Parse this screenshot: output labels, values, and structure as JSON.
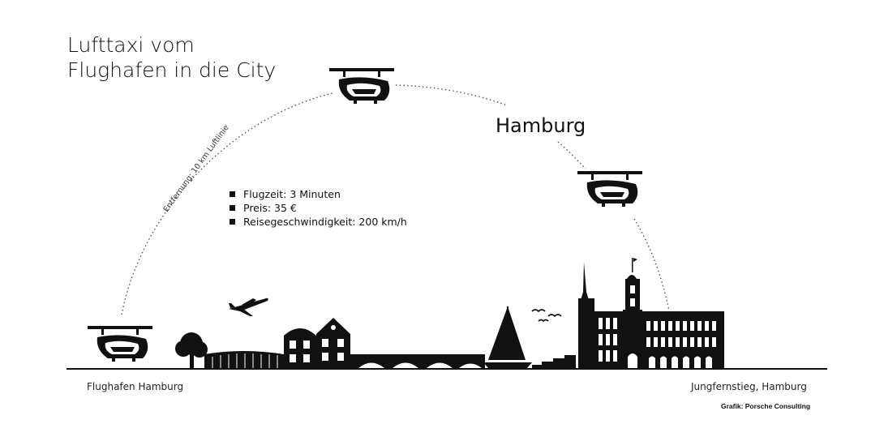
{
  "title": {
    "line1": "Lufttaxi vom",
    "line2": "Flughafen in die City"
  },
  "city_label": "Hamburg",
  "route_label": "Entfernung: 10 km Luftlinie",
  "facts": [
    "Flugzeit: 3 Minuten",
    "Preis: 35 €",
    "Reisegeschwindigkeit: 200 km/h"
  ],
  "origin_label": "Flughafen Hamburg",
  "destination_label": "Jungfernstieg, Hamburg",
  "credit": "Grafik: Porsche Consulting",
  "colors": {
    "ink": "#111111",
    "background": "#ffffff",
    "route": "#555555"
  },
  "icons": [
    "air-taxi-icon",
    "airplane-icon",
    "tree-icon",
    "sailboat-icon",
    "birds-icon",
    "bridge-icon",
    "city-hall-icon"
  ]
}
